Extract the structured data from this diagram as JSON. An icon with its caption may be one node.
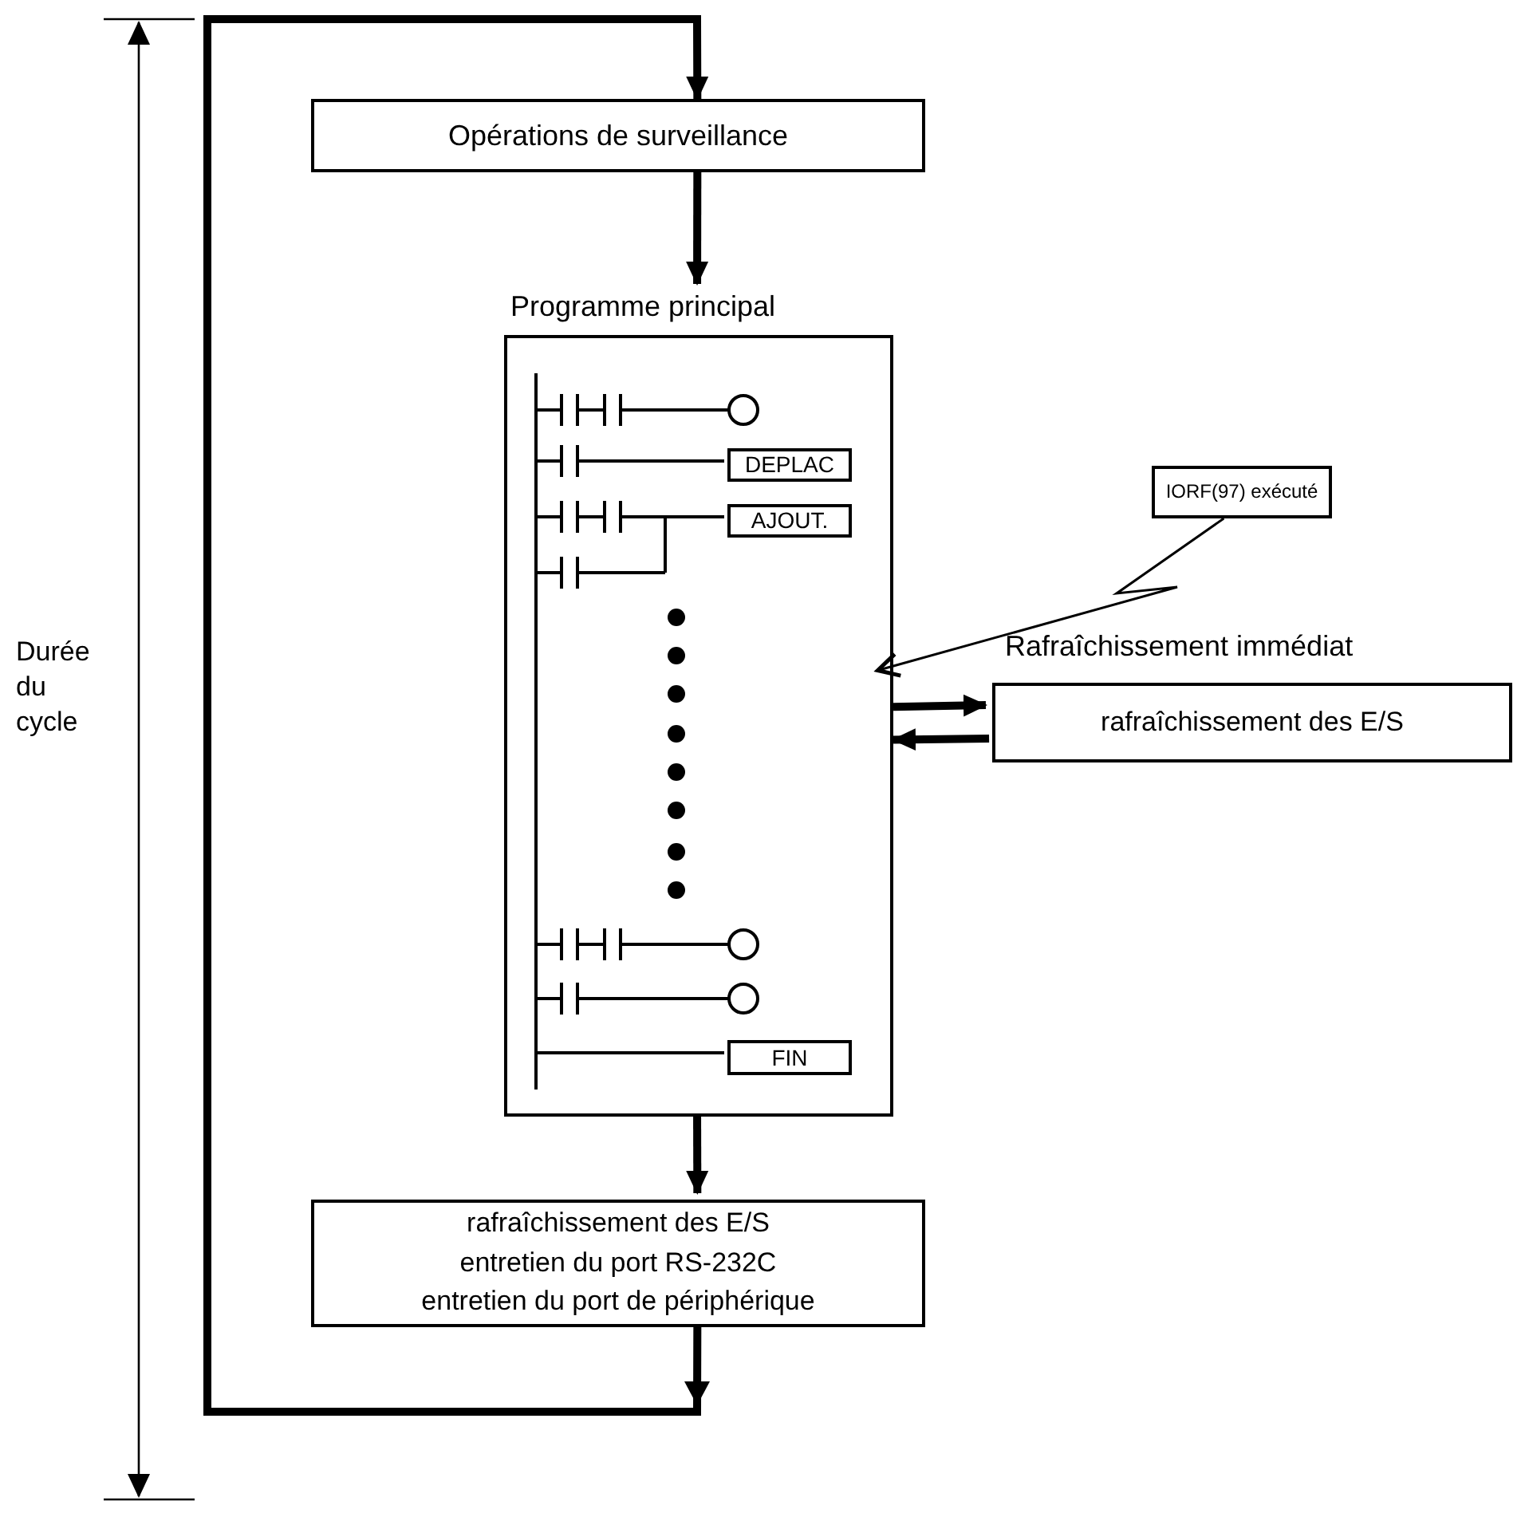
{
  "diagram": {
    "nodes": [
      {
        "text": [
          "Opérations de surveillance"
        ]
      },
      {
        "text": [
          "Programme principal"
        ]
      },
      {
        "text": [
          "DEPLAC"
        ],
        "in": 1
      },
      {
        "text": [
          "AJOUT."
        ],
        "in": 1
      },
      {
        "text": [
          "FIN"
        ],
        "in": 1
      },
      {
        "text": [
          "IORF(97) exécuté"
        ]
      },
      {
        "text": [
          "Rafraîchissement immédiat",
          "rafraîchissement des E/S"
        ]
      },
      {
        "text": [
          "rafraîchissement des E/S",
          "entretien du port RS-232C",
          "entretien du port de périphérique"
        ]
      }
    ],
    "edges": [
      {
        "from": 7,
        "to": 0,
        "arrow": "to"
      },
      {
        "from": 0,
        "to": 1,
        "arrow": "to"
      },
      {
        "from": 1,
        "to": 7,
        "arrow": "to"
      },
      {
        "from": 5,
        "to": 1,
        "arrow": "to"
      },
      {
        "from": 1,
        "to": 6,
        "arrow": "to"
      },
      {
        "from": 6,
        "to": 1,
        "arrow": "to"
      }
    ],
    "labels": [
      "Durée du cycle"
    ]
  }
}
